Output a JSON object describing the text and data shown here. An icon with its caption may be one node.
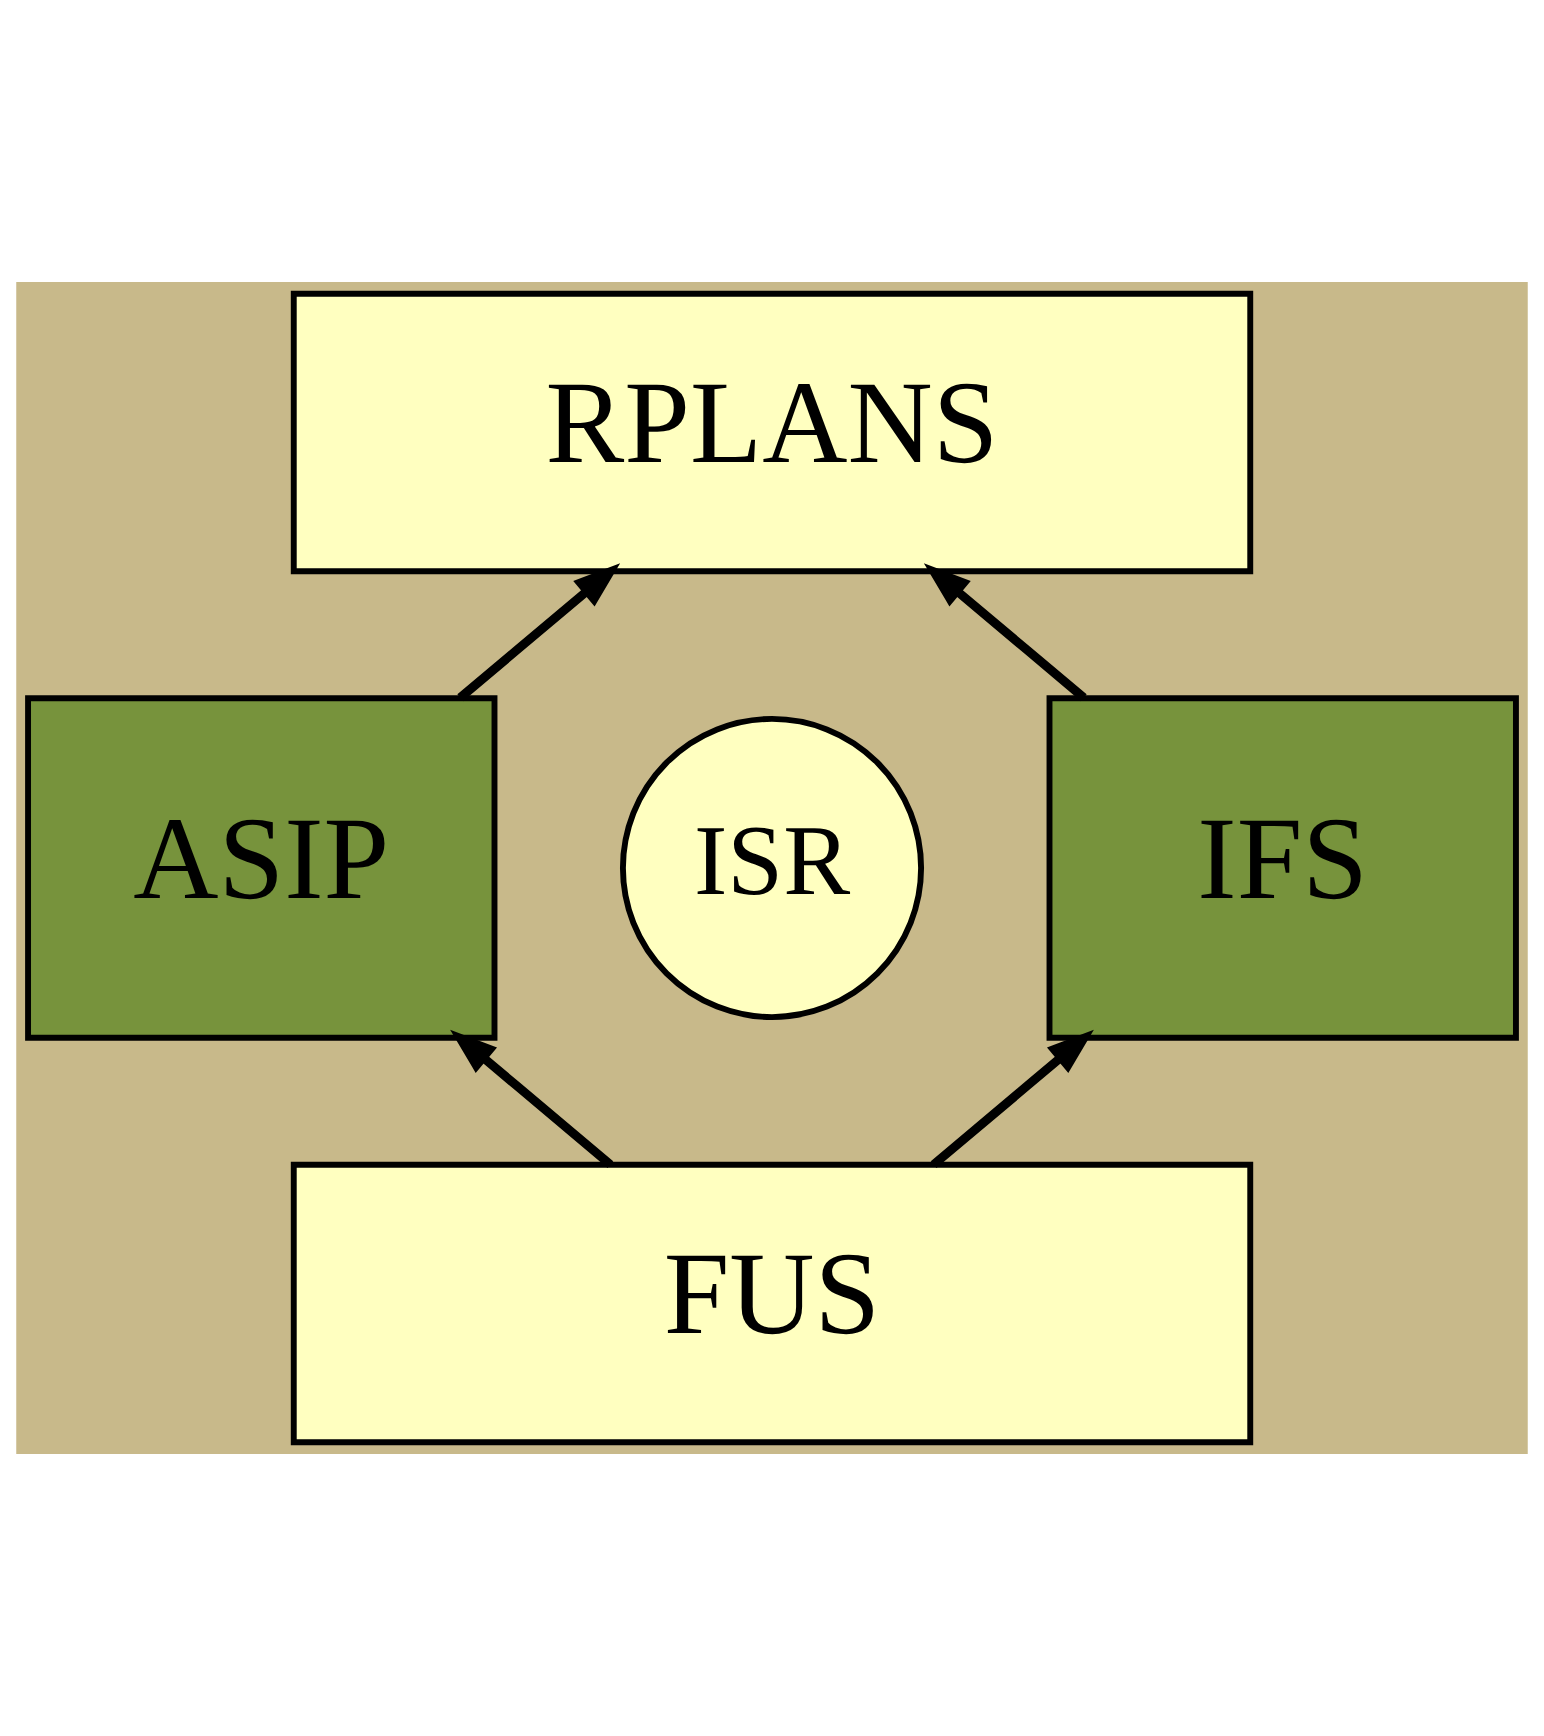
{
  "diagram": {
    "nodes": [
      {
        "text": [
          "RPLANS"
        ]
      },
      {
        "text": [
          "IFS"
        ]
      },
      {
        "text": [
          "ASIP"
        ]
      },
      {
        "text": [
          "ISR"
        ]
      },
      {
        "text": [
          "FUS"
        ]
      }
    ],
    "edges": [
      {
        "from": 1,
        "to": 0,
        "arrow": "to"
      },
      {
        "from": 2,
        "to": 0,
        "arrow": "to"
      },
      {
        "from": 4,
        "to": 1,
        "arrow": "to"
      },
      {
        "from": 4,
        "to": 2,
        "arrow": "to"
      }
    ]
  }
}
